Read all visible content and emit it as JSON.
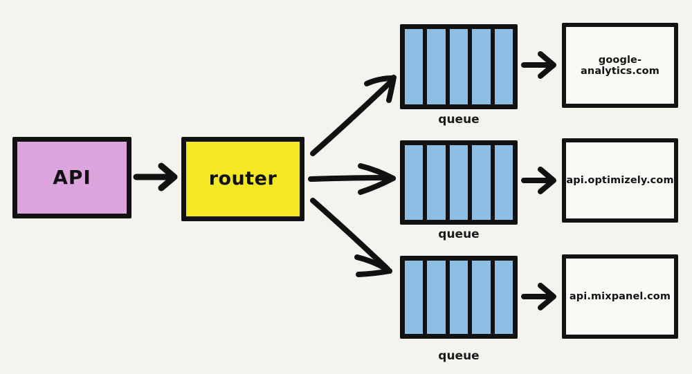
{
  "diagram": {
    "title": "API event router fan-out to analytics destinations",
    "background_color": "#f4f3ee",
    "ink_color": "#111111"
  },
  "nodes": {
    "api": {
      "label": "API",
      "fill_color": "#dca5dd",
      "shape": "rectangle"
    },
    "router": {
      "label": "router",
      "fill_color": "#f3e726",
      "shape": "rectangle"
    }
  },
  "queues": [
    {
      "caption": "queue",
      "cell_count": 5,
      "fill_color": "#8cbfe3"
    },
    {
      "caption": "queue",
      "cell_count": 5,
      "fill_color": "#8cbfe3"
    },
    {
      "caption": "queue",
      "cell_count": 5,
      "fill_color": "#8cbfe3"
    }
  ],
  "destinations": [
    {
      "label": "google-analytics.com",
      "fill_color": "#faf9f6"
    },
    {
      "label": "api.optimizely.com",
      "fill_color": "#faf9f6"
    },
    {
      "label": "api.mixpanel.com",
      "fill_color": "#faf9f6"
    }
  ],
  "connections": [
    {
      "from": "api",
      "to": "router",
      "style": "straight-arrow"
    },
    {
      "from": "router",
      "to": "queue-1",
      "style": "diagonal-up-arrow"
    },
    {
      "from": "router",
      "to": "queue-2",
      "style": "straight-arrow"
    },
    {
      "from": "router",
      "to": "queue-3",
      "style": "diagonal-down-arrow"
    },
    {
      "from": "queue-1",
      "to": "google-analytics.com",
      "style": "straight-arrow"
    },
    {
      "from": "queue-2",
      "to": "api.optimizely.com",
      "style": "straight-arrow"
    },
    {
      "from": "queue-3",
      "to": "api.mixpanel.com",
      "style": "straight-arrow"
    }
  ]
}
